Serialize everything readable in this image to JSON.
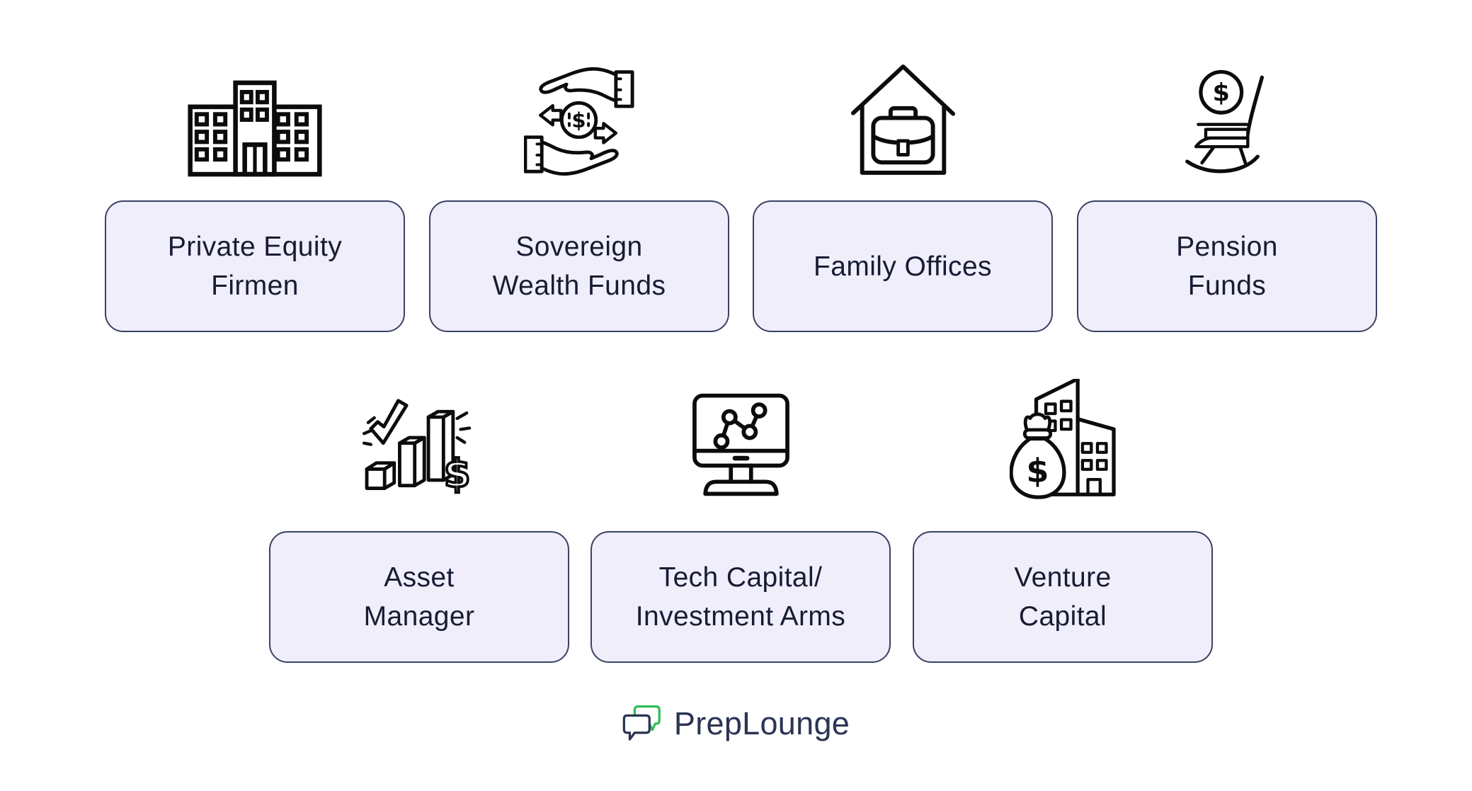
{
  "colors": {
    "background": "#ffffff",
    "box_fill": "#efeefa",
    "box_border": "#3a4263",
    "label_text": "#171c33",
    "icon_stroke": "#0c0c0c",
    "logo_green": "#2ebd56",
    "logo_navy": "#2a3453"
  },
  "cards": [
    {
      "id": "private-equity-firmen",
      "icon": "office-building-icon",
      "line1": "Private Equity",
      "line2": "Firmen"
    },
    {
      "id": "sovereign-wealth-funds",
      "icon": "hands-money-exchange-icon",
      "line1": "Sovereign",
      "line2": "Wealth Funds"
    },
    {
      "id": "family-offices",
      "icon": "house-briefcase-icon",
      "line1": "Family Offices",
      "line2": ""
    },
    {
      "id": "pension-funds",
      "icon": "rocking-chair-coin-icon",
      "line1": "Pension",
      "line2": "Funds"
    },
    {
      "id": "asset-manager",
      "icon": "bar-chart-check-dollar-icon",
      "line1": "Asset",
      "line2": "Manager"
    },
    {
      "id": "tech-capital-investment-arms",
      "icon": "monitor-line-chart-icon",
      "line1": "Tech Capital/",
      "line2": "Investment Arms"
    },
    {
      "id": "venture-capital",
      "icon": "money-bag-buildings-icon",
      "line1": "Venture",
      "line2": "Capital"
    }
  ],
  "logo": {
    "text": "PrepLounge"
  }
}
